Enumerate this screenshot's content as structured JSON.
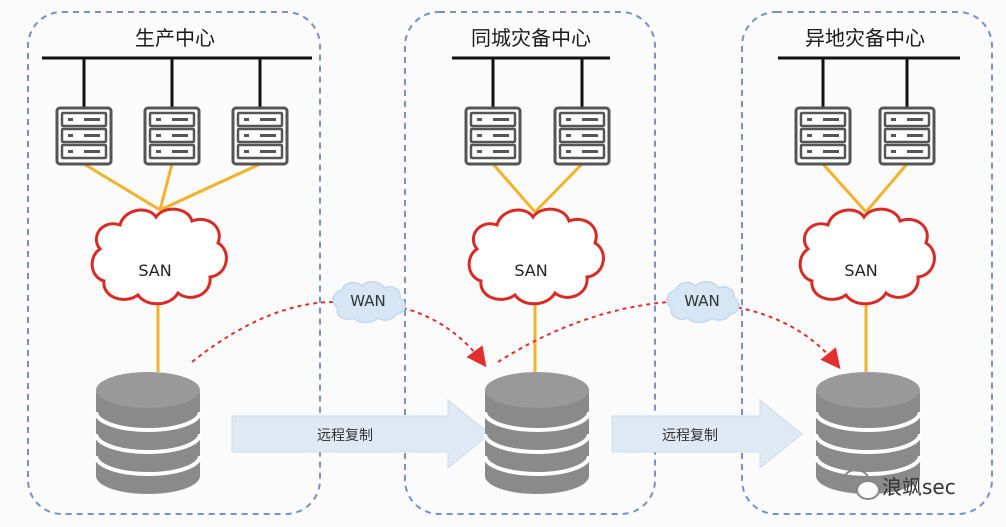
{
  "sites": [
    {
      "title": "生产中心",
      "san": "SAN"
    },
    {
      "title": "同城灾备中心",
      "san": "SAN"
    },
    {
      "title": "异地灾备中心",
      "san": "SAN"
    }
  ],
  "wan_links": [
    "WAN",
    "WAN"
  ],
  "replication_arrows": [
    "远程复制",
    "远程复制"
  ],
  "watermark": "浪飒sec",
  "colors": {
    "site_border": "#7a8fc4",
    "bus": "#111111",
    "server_fill": "#666666",
    "server_stroke": "#333333",
    "fc_link": "#f2b22a",
    "san_cloud_stroke": "#d92a24",
    "wan_cloud_fill": "#d6e6f5",
    "wan_dash": "#e03030",
    "storage": "#8a8a8a",
    "arrow_fill": "#dfe9f4"
  }
}
